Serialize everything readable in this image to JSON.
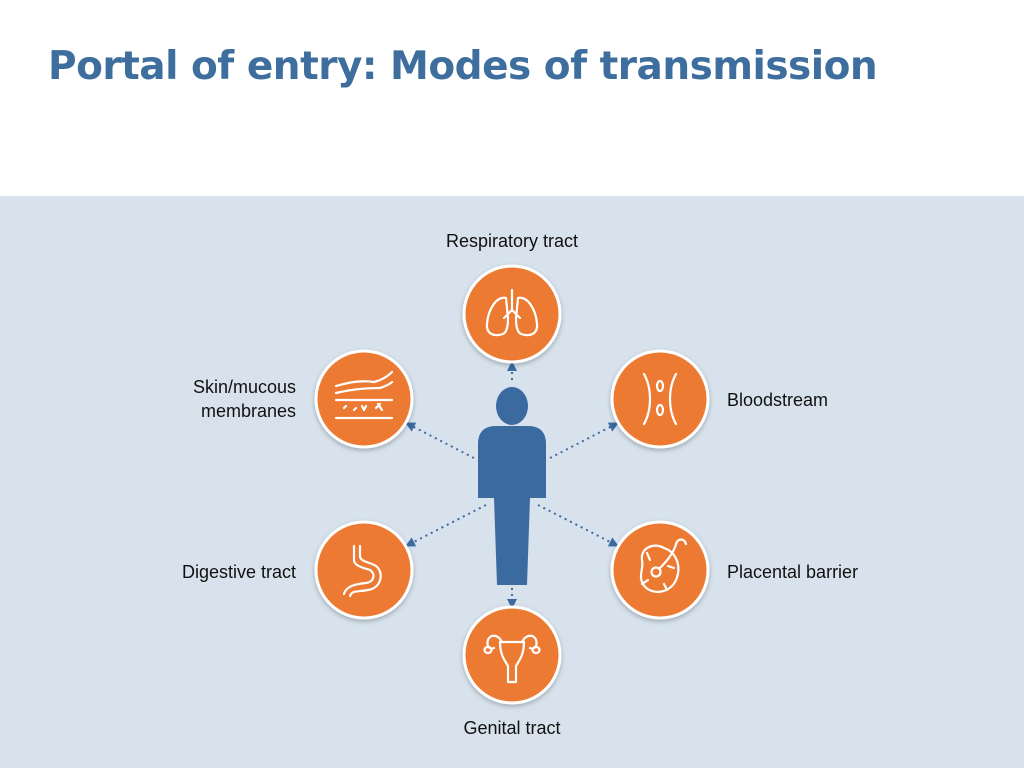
{
  "title": "Portal of entry: Modes of transmission",
  "colors": {
    "title": "#3d6e9e",
    "panel_background": "#d7e2ec",
    "node_fill": "#ec7a32",
    "node_ring": "#ffffff",
    "person_fill": "#3b6aa0",
    "connector": "#3b6aa0"
  },
  "center": {
    "icon": "human-figure-icon"
  },
  "portals": [
    {
      "id": "respiratory",
      "label": "Respiratory tract",
      "icon": "lungs-icon"
    },
    {
      "id": "bloodstream",
      "label": "Bloodstream",
      "icon": "blood-vessel-icon"
    },
    {
      "id": "placental",
      "label": "Placental barrier",
      "icon": "placenta-icon"
    },
    {
      "id": "genital",
      "label": "Genital tract",
      "icon": "uterus-icon"
    },
    {
      "id": "digestive",
      "label": "Digestive tract",
      "icon": "stomach-icon"
    },
    {
      "id": "skin",
      "label_line1": "Skin/mucous",
      "label_line2": "membranes",
      "icon": "skin-layers-icon"
    }
  ]
}
